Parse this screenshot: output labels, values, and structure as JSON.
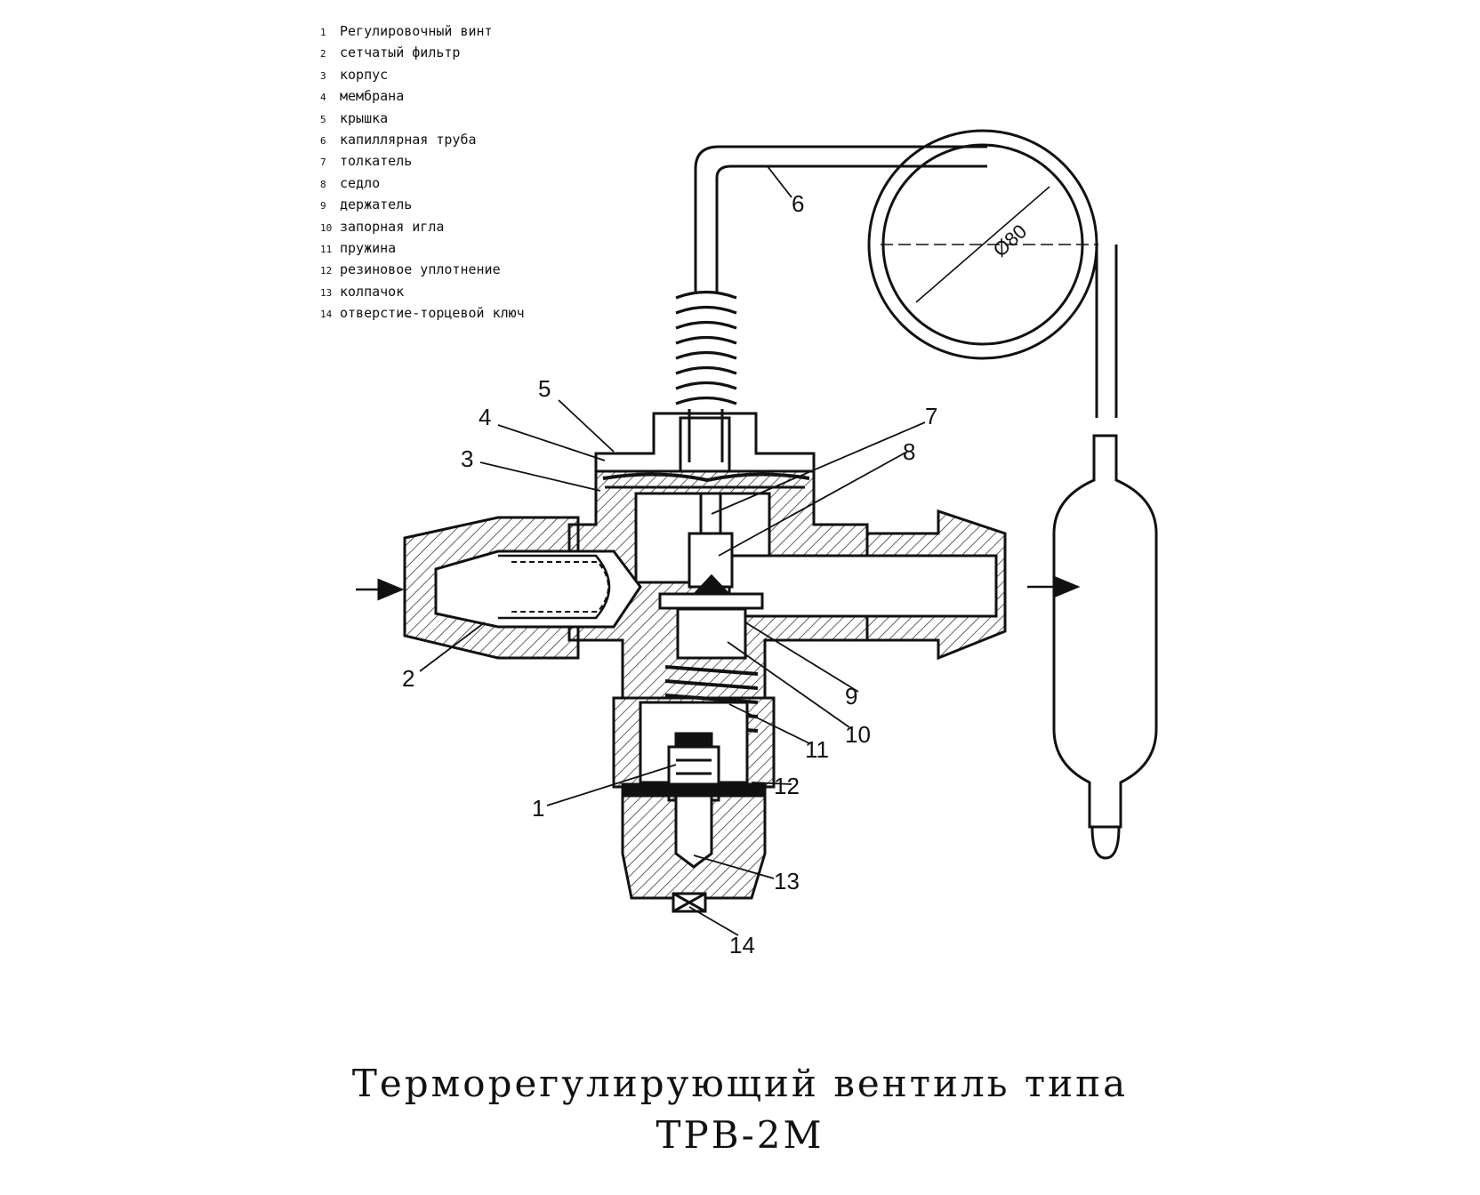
{
  "legend": [
    {
      "num": "1",
      "text": "Регулировочный винт"
    },
    {
      "num": "2",
      "text": "сетчатый фильтр"
    },
    {
      "num": "3",
      "text": "корпус"
    },
    {
      "num": "4",
      "text": "мембрана"
    },
    {
      "num": "5",
      "text": "крышка"
    },
    {
      "num": "6",
      "text": "капиллярная труба"
    },
    {
      "num": "7",
      "text": "толкатель"
    },
    {
      "num": "8",
      "text": "седло"
    },
    {
      "num": "9",
      "text": "держатель"
    },
    {
      "num": "10",
      "text": "запорная игла"
    },
    {
      "num": "11",
      "text": "пружина"
    },
    {
      "num": "12",
      "text": "резиновое уплотнение"
    },
    {
      "num": "13",
      "text": "колпачок"
    },
    {
      "num": "14",
      "text": "отверстие-торцевой ключ"
    }
  ],
  "callouts": {
    "c1": "1",
    "c2": "2",
    "c3": "3",
    "c4": "4",
    "c5": "5",
    "c6": "6",
    "c7": "7",
    "c8": "8",
    "c9": "9",
    "c10": "10",
    "c11": "11",
    "c12": "12",
    "c13": "13",
    "c14": "14"
  },
  "dimension": "Ø80",
  "caption": {
    "line1": "Терморегулирующий вентиль типа",
    "line2": "ТРВ-2М"
  }
}
